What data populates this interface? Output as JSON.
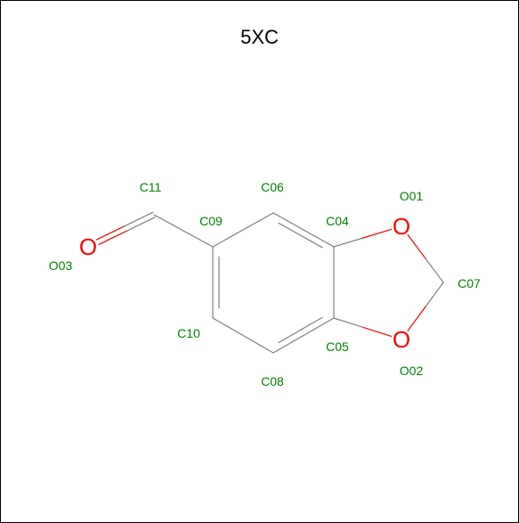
{
  "title": "5XC",
  "colors": {
    "bond": "#7f7f7f",
    "oxygen": "#ff0000",
    "label": "#008000",
    "frame": "#000000"
  },
  "atoms": [
    {
      "id": "C11",
      "element": "C"
    },
    {
      "id": "C09",
      "element": "C"
    },
    {
      "id": "C06",
      "element": "C"
    },
    {
      "id": "C04",
      "element": "C"
    },
    {
      "id": "O01",
      "element": "O",
      "symbol": "O"
    },
    {
      "id": "C07",
      "element": "C"
    },
    {
      "id": "O02",
      "element": "O",
      "symbol": "O"
    },
    {
      "id": "C05",
      "element": "C"
    },
    {
      "id": "C08",
      "element": "C"
    },
    {
      "id": "C10",
      "element": "C"
    },
    {
      "id": "O03",
      "element": "O",
      "symbol": "O"
    }
  ],
  "bonds": [
    {
      "from": "O03",
      "to": "C11",
      "order": 2
    },
    {
      "from": "C11",
      "to": "C09",
      "order": 1
    },
    {
      "from": "C09",
      "to": "C06",
      "order": 1
    },
    {
      "from": "C06",
      "to": "C04",
      "order": 2
    },
    {
      "from": "C04",
      "to": "C05",
      "order": 1
    },
    {
      "from": "C05",
      "to": "C08",
      "order": 2
    },
    {
      "from": "C08",
      "to": "C10",
      "order": 1
    },
    {
      "from": "C10",
      "to": "C09",
      "order": 2
    },
    {
      "from": "C04",
      "to": "O01",
      "order": 1
    },
    {
      "from": "O01",
      "to": "C07",
      "order": 1
    },
    {
      "from": "C07",
      "to": "O02",
      "order": 1
    },
    {
      "from": "O02",
      "to": "C05",
      "order": 1
    }
  ]
}
